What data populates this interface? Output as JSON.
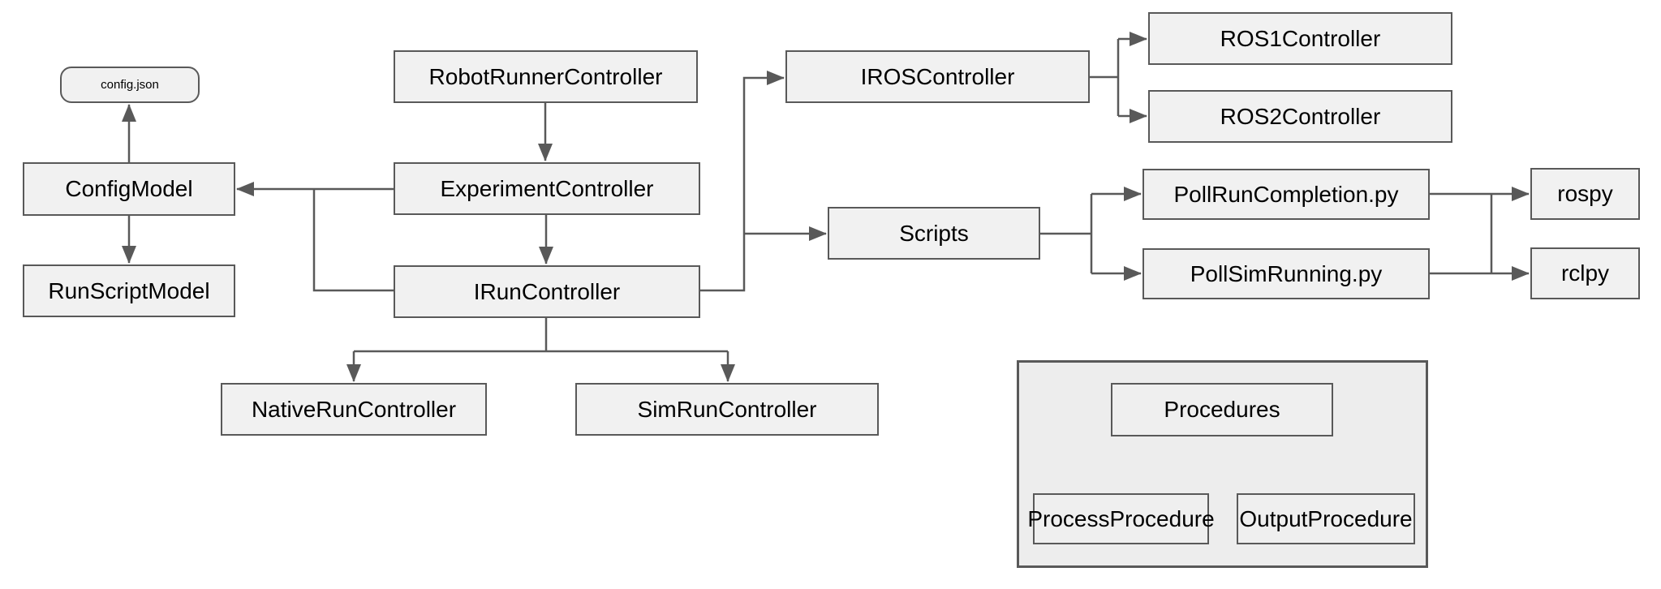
{
  "diagram": {
    "colors": {
      "canvas": "#ffffff",
      "node_fill": "#f1f1f1",
      "node_border": "#595959",
      "connector": "#595959",
      "group_fill": "#ededed",
      "text": "#000000"
    },
    "nodes": {
      "config_json": {
        "label": "config.json"
      },
      "config_model": {
        "label": "ConfigModel"
      },
      "run_script_model": {
        "label": "RunScriptModel"
      },
      "robot_runner_controller": {
        "label": "RobotRunnerController"
      },
      "experiment_controller": {
        "label": "ExperimentController"
      },
      "i_run_controller": {
        "label": "IRunController"
      },
      "native_run_controller": {
        "label": "NativeRunController"
      },
      "sim_run_controller": {
        "label": "SimRunController"
      },
      "iros_controller": {
        "label": "IROSController"
      },
      "ros1_controller": {
        "label": "ROS1Controller"
      },
      "ros2_controller": {
        "label": "ROS2Controller"
      },
      "scripts": {
        "label": "Scripts"
      },
      "poll_run_completion": {
        "label": "PollRunCompletion.py"
      },
      "poll_sim_running": {
        "label": "PollSimRunning.py"
      },
      "rospy": {
        "label": "rospy"
      },
      "rclpy": {
        "label": "rclpy"
      },
      "procedures": {
        "label": "Procedures"
      },
      "process_procedure": {
        "label": "ProcessProcedure"
      },
      "output_procedure": {
        "label": "OutputProcedure"
      }
    },
    "edges": [
      {
        "from": "ConfigModel",
        "to": "config.json",
        "direction": "arrow-at-to"
      },
      {
        "from": "ConfigModel",
        "to": "RunScriptModel",
        "direction": "arrow-at-to"
      },
      {
        "from": "ExperimentController",
        "to": "ConfigModel",
        "direction": "arrow-at-to"
      },
      {
        "from": "IRunController",
        "to": "ConfigModel",
        "direction": "arrow-at-to",
        "note": "joins ExperimentController-ConfigModel line"
      },
      {
        "from": "RobotRunnerController",
        "to": "ExperimentController",
        "direction": "arrow-at-to"
      },
      {
        "from": "ExperimentController",
        "to": "IRunController",
        "direction": "arrow-at-to"
      },
      {
        "from": "IRunController",
        "to": "NativeRunController",
        "direction": "arrow-at-to"
      },
      {
        "from": "IRunController",
        "to": "SimRunController",
        "direction": "arrow-at-to"
      },
      {
        "from": "IRunController",
        "to": "IROSController",
        "direction": "arrow-at-to"
      },
      {
        "from": "IRunController",
        "to": "Scripts",
        "direction": "arrow-at-to"
      },
      {
        "from": "IROSController",
        "to": "ROS1Controller",
        "direction": "arrow-at-to"
      },
      {
        "from": "IROSController",
        "to": "ROS2Controller",
        "direction": "arrow-at-to"
      },
      {
        "from": "Scripts",
        "to": "PollRunCompletion.py",
        "direction": "arrow-at-to"
      },
      {
        "from": "Scripts",
        "to": "PollSimRunning.py",
        "direction": "arrow-at-to"
      },
      {
        "from": "PollRunCompletion.py",
        "to": "rospy",
        "direction": "arrow-at-to"
      },
      {
        "from": "PollSimRunning.py",
        "to": "rclpy",
        "direction": "arrow-at-to"
      },
      {
        "from": "Procedures",
        "to": "ProcessProcedure",
        "direction": "arrow-at-to"
      },
      {
        "from": "Procedures",
        "to": "OutputProcedure",
        "direction": "arrow-at-to"
      }
    ]
  }
}
